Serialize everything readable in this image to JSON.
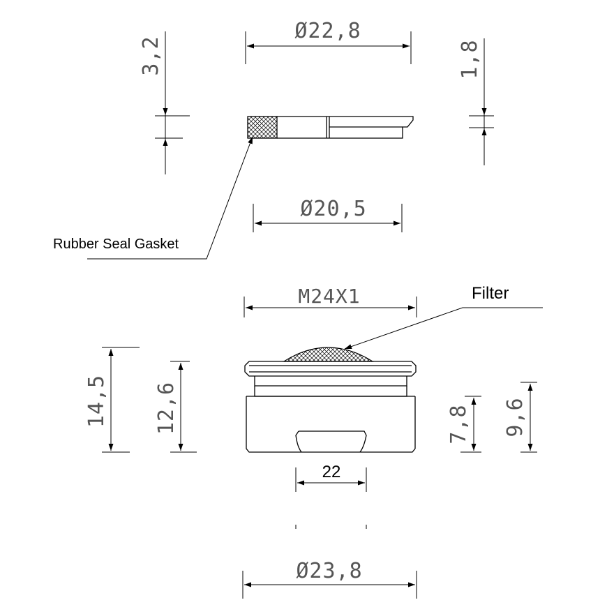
{
  "dimensions": {
    "gasket_outer_diameter": "Ø22,8",
    "gasket_thickness": "3,2",
    "gasket_step": "1,8",
    "gasket_inner_diameter": "Ø20,5",
    "thread": "M24X1",
    "height_total": "14,5",
    "height_body": "12,6",
    "height_lower": "7,8",
    "height_mid": "9,6",
    "inner_width": "22",
    "outer_diameter": "Ø23,8"
  },
  "callouts": {
    "gasket": "Rubber Seal Gasket",
    "filter": "Filter"
  },
  "colors": {
    "line": "#000000",
    "dimension_text": "#555555"
  }
}
